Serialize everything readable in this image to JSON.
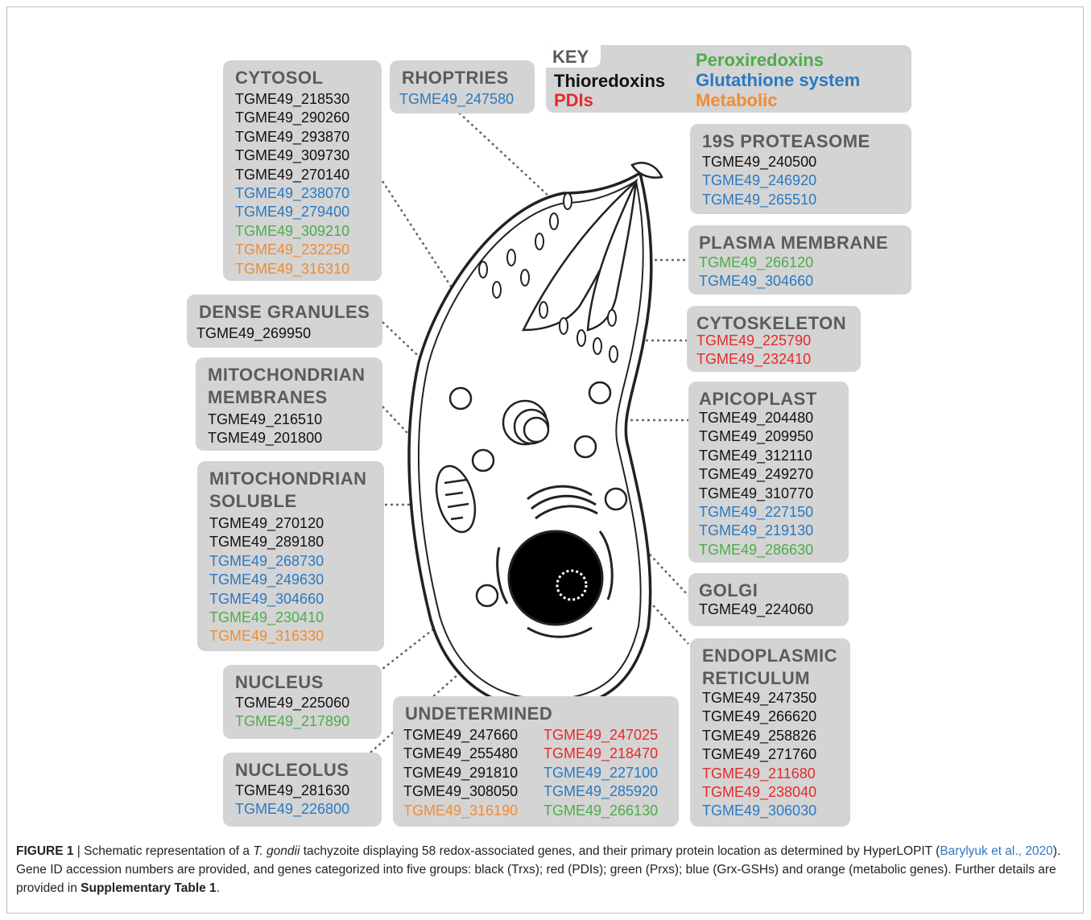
{
  "key": {
    "title": "KEY",
    "items": [
      {
        "label": "Thioredoxins",
        "color": "#111111"
      },
      {
        "label": "PDIs",
        "color": "#e52a2a"
      },
      {
        "label": "Peroxiredoxins",
        "color": "#4cad49"
      },
      {
        "label": "Glutathione system",
        "color": "#2a79c1"
      },
      {
        "label": "Metabolic",
        "color": "#f28b31"
      }
    ]
  },
  "compartments": {
    "cytosol": {
      "title": "CYTOSOL",
      "genes": [
        {
          "id": "TGME49_218530",
          "cat": "black"
        },
        {
          "id": "TGME49_290260",
          "cat": "black"
        },
        {
          "id": "TGME49_293870",
          "cat": "black"
        },
        {
          "id": "TGME49_309730",
          "cat": "black"
        },
        {
          "id": "TGME49_270140",
          "cat": "black"
        },
        {
          "id": "TGME49_238070",
          "cat": "blue"
        },
        {
          "id": "TGME49_279400",
          "cat": "blue"
        },
        {
          "id": "TGME49_309210",
          "cat": "green"
        },
        {
          "id": "TGME49_232250",
          "cat": "orange"
        },
        {
          "id": "TGME49_316310",
          "cat": "orange"
        }
      ]
    },
    "rhoptries": {
      "title": "RHOPTRIES",
      "genes": [
        {
          "id": "TGME49_247580",
          "cat": "blue"
        }
      ]
    },
    "dense_granules": {
      "title": "DENSE GRANULES",
      "genes": [
        {
          "id": "TGME49_269950",
          "cat": "black"
        }
      ]
    },
    "mito_membranes": {
      "title": "MITOCHONDRIAN\nMEMBRANES",
      "genes": [
        {
          "id": "TGME49_216510",
          "cat": "black"
        },
        {
          "id": "TGME49_201800",
          "cat": "black"
        }
      ]
    },
    "mito_soluble": {
      "title": "MITOCHONDRIAN\nSOLUBLE",
      "genes": [
        {
          "id": "TGME49_270120",
          "cat": "black"
        },
        {
          "id": "TGME49_289180",
          "cat": "black"
        },
        {
          "id": "TGME49_268730",
          "cat": "blue"
        },
        {
          "id": "TGME49_249630",
          "cat": "blue"
        },
        {
          "id": "TGME49_304660",
          "cat": "blue"
        },
        {
          "id": "TGME49_230410",
          "cat": "green"
        },
        {
          "id": "TGME49_316330",
          "cat": "orange"
        }
      ]
    },
    "nucleus": {
      "title": "NUCLEUS",
      "genes": [
        {
          "id": "TGME49_225060",
          "cat": "black"
        },
        {
          "id": "TGME49_217890",
          "cat": "green"
        }
      ]
    },
    "nucleolus": {
      "title": "NUCLEOLUS",
      "genes": [
        {
          "id": "TGME49_281630",
          "cat": "black"
        },
        {
          "id": "TGME49_226800",
          "cat": "blue"
        }
      ]
    },
    "undetermined": {
      "title": "UNDETERMINED",
      "genes_left": [
        {
          "id": "TGME49_247660",
          "cat": "black"
        },
        {
          "id": "TGME49_255480",
          "cat": "black"
        },
        {
          "id": "TGME49_291810",
          "cat": "black"
        },
        {
          "id": "TGME49_308050",
          "cat": "black"
        },
        {
          "id": "TGME49_316190",
          "cat": "orange"
        }
      ],
      "genes_right": [
        {
          "id": "TGME49_247025",
          "cat": "red"
        },
        {
          "id": "TGME49_218470",
          "cat": "red"
        },
        {
          "id": "TGME49_227100",
          "cat": "blue"
        },
        {
          "id": "TGME49_285920",
          "cat": "blue"
        },
        {
          "id": "TGME49_266130",
          "cat": "green"
        }
      ]
    },
    "proteasome": {
      "title": "19S PROTEASOME",
      "genes": [
        {
          "id": "TGME49_240500",
          "cat": "black"
        },
        {
          "id": "TGME49_246920",
          "cat": "blue"
        },
        {
          "id": "TGME49_265510",
          "cat": "blue"
        }
      ]
    },
    "plasma_membrane": {
      "title": "PLASMA MEMBRANE",
      "genes": [
        {
          "id": "TGME49_266120",
          "cat": "green"
        },
        {
          "id": "TGME49_304660",
          "cat": "blue"
        }
      ]
    },
    "cytoskeleton": {
      "title": "CYTOSKELETON",
      "genes": [
        {
          "id": "TGME49_225790",
          "cat": "red"
        },
        {
          "id": "TGME49_232410",
          "cat": "red"
        }
      ]
    },
    "apicoplast": {
      "title": "APICOPLAST",
      "genes": [
        {
          "id": "TGME49_204480",
          "cat": "black"
        },
        {
          "id": "TGME49_209950",
          "cat": "black"
        },
        {
          "id": "TGME49_312110",
          "cat": "black"
        },
        {
          "id": "TGME49_249270",
          "cat": "black"
        },
        {
          "id": "TGME49_310770",
          "cat": "black"
        },
        {
          "id": "TGME49_227150",
          "cat": "blue"
        },
        {
          "id": "TGME49_219130",
          "cat": "blue"
        },
        {
          "id": "TGME49_286630",
          "cat": "green"
        }
      ]
    },
    "golgi": {
      "title": "GOLGI",
      "genes": [
        {
          "id": "TGME49_224060",
          "cat": "black"
        }
      ]
    },
    "er": {
      "title": "ENDOPLASMIC\nRETICULUM",
      "genes": [
        {
          "id": "TGME49_247350",
          "cat": "black"
        },
        {
          "id": "TGME49_266620",
          "cat": "black"
        },
        {
          "id": "TGME49_258826",
          "cat": "black"
        },
        {
          "id": "TGME49_271760",
          "cat": "black"
        },
        {
          "id": "TGME49_211680",
          "cat": "red"
        },
        {
          "id": "TGME49_238040",
          "cat": "red"
        },
        {
          "id": "TGME49_306030",
          "cat": "blue"
        }
      ]
    }
  },
  "caption": {
    "figure_label": "FIGURE 1",
    "sep": " | ",
    "text1": "Schematic representation of a ",
    "species": "T. gondii",
    "text2": " tachyzoite displaying 58 redox-associated genes, and their primary protein location as determined by HyperLOPIT (",
    "citation": "Barylyuk et al., 2020",
    "text3": "). Gene ID accession numbers are provided, and genes categorized into five groups: black (Trxs); red (PDIs); green (Prxs); blue (Grx-GSHs) and orange (metabolic genes). Further details are provided in ",
    "table_ref": "Supplementary Table 1",
    "text4": "."
  }
}
